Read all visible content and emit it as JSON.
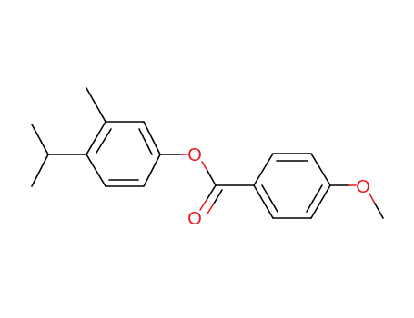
{
  "molecule": {
    "atoms": {
      "ester_oxygen": "O",
      "carbonyl_oxygen": "O",
      "methoxy_oxygen": "O"
    },
    "colors": {
      "bond": "#000000",
      "heteroatom": "#e8191c",
      "background": "#ffffff"
    }
  }
}
